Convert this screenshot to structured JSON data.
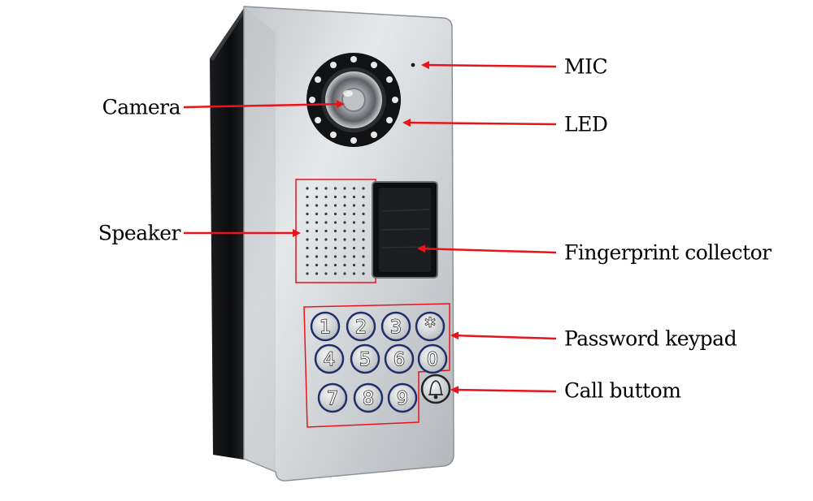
{
  "labels": {
    "mic": "MIC",
    "camera": "Camera",
    "led": "LED",
    "speaker": "Speaker",
    "fingerprint": "Fingerprint collector",
    "keypad": "Password keypad",
    "call": "Call buttom"
  },
  "keypad_keys": [
    "1",
    "2",
    "3",
    "*",
    "4",
    "5",
    "6",
    "0",
    "7",
    "8",
    "9"
  ],
  "colors": {
    "annotation": "#e8141a",
    "panel_light": "#e4e6e8",
    "panel_dark": "#a9adb1",
    "housing": "#0d0e10"
  },
  "icons": {
    "call_button": "bell-icon"
  }
}
